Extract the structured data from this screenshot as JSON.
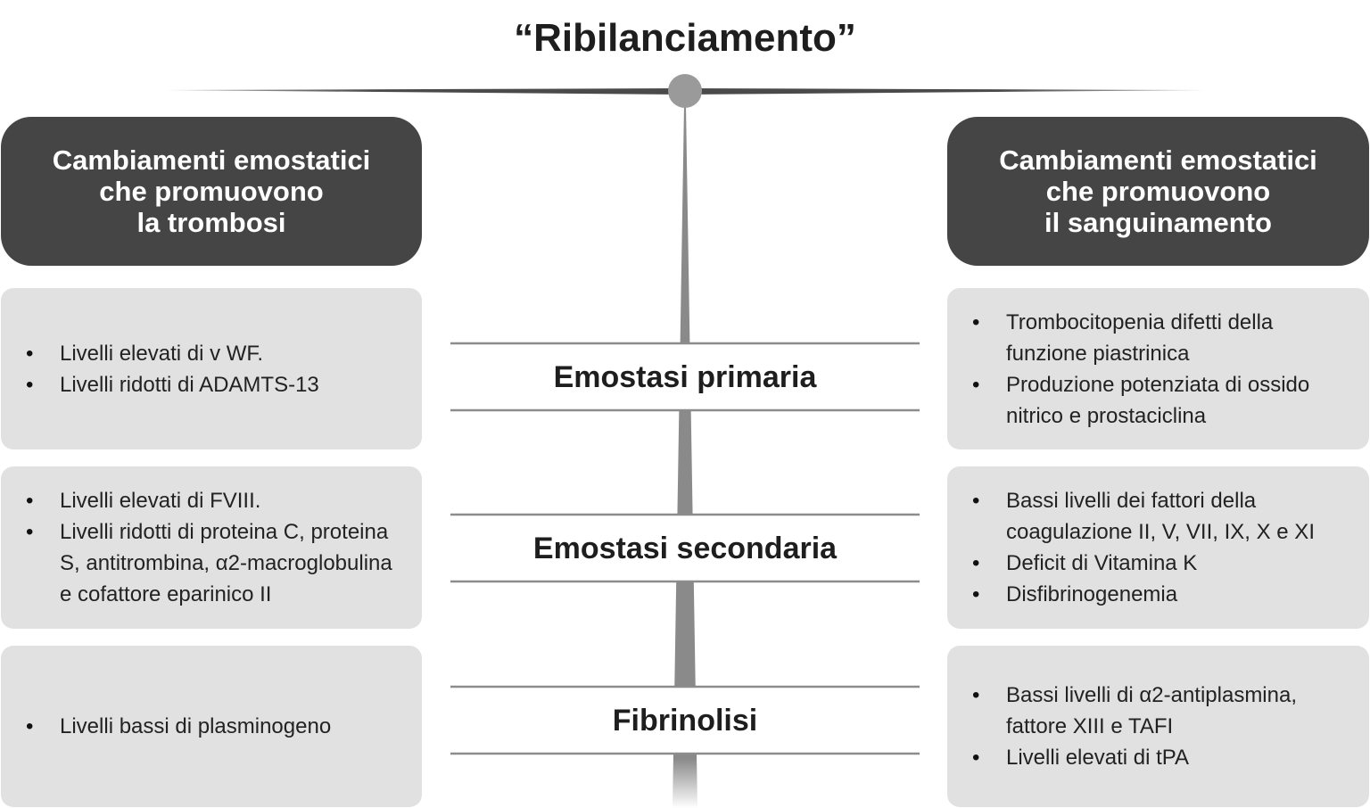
{
  "title": "“Ribilanciamento”",
  "left_header": {
    "lines": [
      "Cambiamenti emostatici",
      "che promuovono",
      "la trombosi"
    ]
  },
  "right_header": {
    "lines": [
      "Cambiamenti emostatici",
      "che promuovono",
      "il sanguinamento"
    ]
  },
  "stages": [
    "Emostasi primaria",
    "Emostasi secondaria",
    "Fibrinolisi"
  ],
  "left_panels": [
    {
      "items": [
        "Livelli elevati di v WF.",
        "Livelli ridotti di ADAMTS-13"
      ]
    },
    {
      "items": [
        "Livelli elevati di FVIII.",
        "Livelli ridotti di proteina C, proteina S, antitrombina, α2-macroglobulina e cofattore eparinico II"
      ]
    },
    {
      "items": [
        "Livelli bassi di plasminogeno"
      ]
    }
  ],
  "right_panels": [
    {
      "items": [
        "Trombocitopenia difetti della funzione piastrinica",
        "Produzione potenziata di ossido nitrico e prostaciclina"
      ]
    },
    {
      "items": [
        "Bassi livelli dei fattori della coagulazione II, V, VII, IX, X e XI",
        "Deficit di Vitamina K",
        "Disfibrinogenemia"
      ]
    },
    {
      "items": [
        "Bassi livelli di α2-antiplasmina, fattore XIII e TAFI",
        "Livelli elevati di tPA"
      ]
    }
  ],
  "colors": {
    "header_bg": "#454545",
    "panel_bg": "#e1e1e1",
    "beam": "#4a4a4a",
    "pivot": "#9a9a9a",
    "post": "#8a8a8a",
    "divider": "#8c8c8c"
  }
}
